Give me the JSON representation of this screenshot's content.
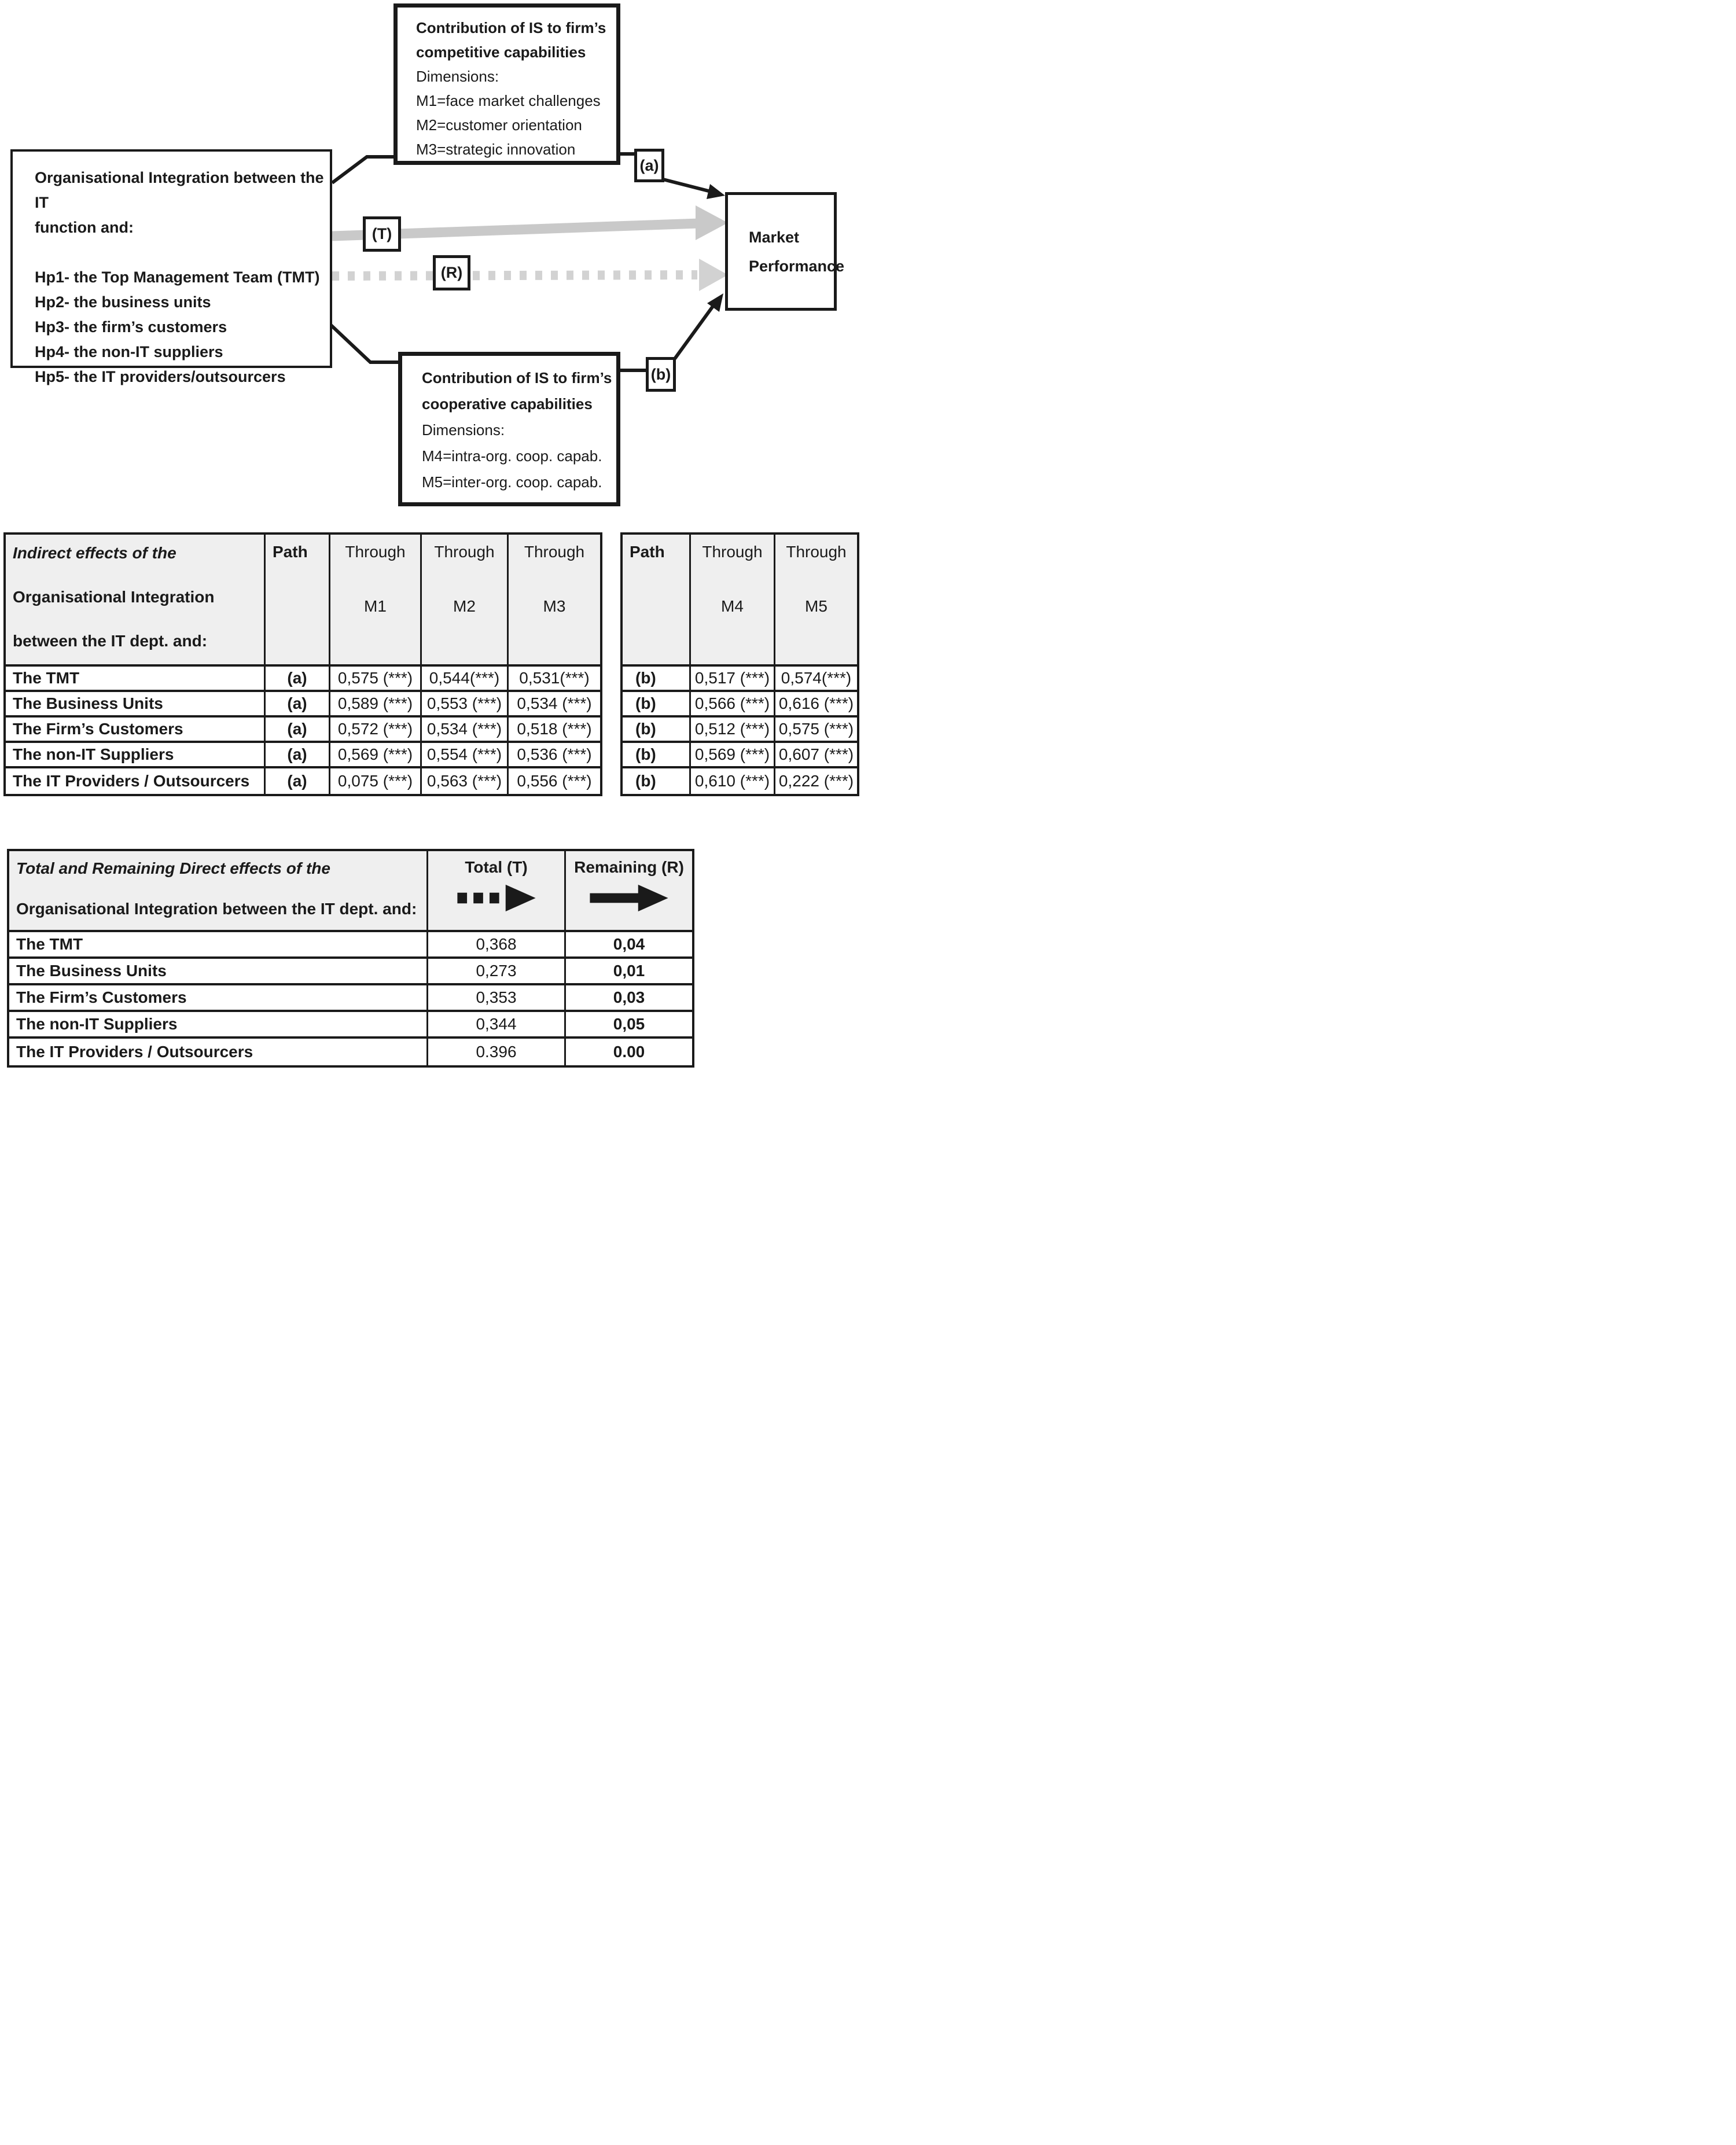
{
  "figure": {
    "left_box": {
      "title_line1": "Organisational Integration between the IT",
      "title_line2": "function and:",
      "items": [
        "Hp1- the Top Management Team (TMT)",
        "Hp2- the business units",
        "Hp3- the firm’s customers",
        "Hp4- the non-IT suppliers",
        "Hp5- the IT providers/outsourcers"
      ]
    },
    "top_box": {
      "title_line1": "Contribution of IS to firm’s",
      "title_line2": "competitive capabilities",
      "dimensions_label": "Dimensions:",
      "dims": [
        "M1=face market challenges",
        "M2=customer orientation",
        "M3=strategic innovation"
      ]
    },
    "bottom_box": {
      "title_line1": "Contribution of IS to firm’s",
      "title_line2": "cooperative capabilities",
      "dimensions_label": "Dimensions:",
      "dims": [
        "M4=intra-org. coop. capab.",
        "M5=inter-org. coop. capab."
      ]
    },
    "market_box": {
      "line1": "Market",
      "line2": "Performance"
    },
    "path_labels": {
      "total": "(T)",
      "remaining": "(R)",
      "a": "(a)",
      "b": "(b)"
    }
  },
  "indirect_table": {
    "header": {
      "row_line1": "Indirect effects of the",
      "row_line2": "Organisational Integration",
      "row_line3": "between the IT dept. and:",
      "path": "Path",
      "through": "Through",
      "m1": "M1",
      "m2": "M2",
      "m3": "M3"
    },
    "rows": [
      {
        "label": "The TMT",
        "path": "(a)",
        "m1": "0,575 (***)",
        "m2": "0,544(***)",
        "m3": "0,531(***)"
      },
      {
        "label": "The Business Units",
        "path": "(a)",
        "m1": "0,589 (***)",
        "m2": "0,553 (***)",
        "m3": "0,534 (***)"
      },
      {
        "label": "The Firm’s Customers",
        "path": "(a)",
        "m1": "0,572 (***)",
        "m2": "0,534 (***)",
        "m3": "0,518 (***)"
      },
      {
        "label": "The non-IT Suppliers",
        "path": "(a)",
        "m1": "0,569 (***)",
        "m2": "0,554 (***)",
        "m3": "0,536 (***)"
      },
      {
        "label": "The IT Providers / Outsourcers",
        "path": "(a)",
        "m1": "0,075 (***)",
        "m2": "0,563 (***)",
        "m3": "0,556 (***)"
      }
    ]
  },
  "indirect_table_b": {
    "header": {
      "path": "Path",
      "through": "Through",
      "m4": "M4",
      "m5": "M5"
    },
    "rows": [
      {
        "path": "(b)",
        "m4": "0,517 (***)",
        "m5": "0,574(***)"
      },
      {
        "path": "(b)",
        "m4": "0,566 (***)",
        "m5": "0,616 (***)"
      },
      {
        "path": "(b)",
        "m4": "0,512 (***)",
        "m5": "0,575 (***)"
      },
      {
        "path": "(b)",
        "m4": "0,569 (***)",
        "m5": "0,607 (***)"
      },
      {
        "path": "(b)",
        "m4": "0,610 (***)",
        "m5": "0,222 (***)"
      }
    ]
  },
  "direct_table": {
    "header": {
      "row_line1": "Total and Remaining Direct effects of the",
      "row_line2": "Organisational Integration between the IT dept. and:",
      "total": "Total (T)",
      "remaining": "Remaining (R)"
    },
    "rows": [
      {
        "label": "The TMT",
        "total": "0,368",
        "remaining": "0,04"
      },
      {
        "label": "The Business Units",
        "total": "0,273",
        "remaining": "0,01"
      },
      {
        "label": "The Firm’s Customers",
        "total": "0,353",
        "remaining": "0,03"
      },
      {
        "label": "The non-IT Suppliers",
        "total": "0,344",
        "remaining": "0,05"
      },
      {
        "label": "The IT Providers / Outsourcers",
        "total": "0.396",
        "remaining": "0.00"
      }
    ]
  },
  "colors": {
    "line": "#1a1a1a",
    "gray_arrow": "#c9c9c9",
    "gray_dashed": "#d2d2d2",
    "header_bg": "#efefef"
  }
}
